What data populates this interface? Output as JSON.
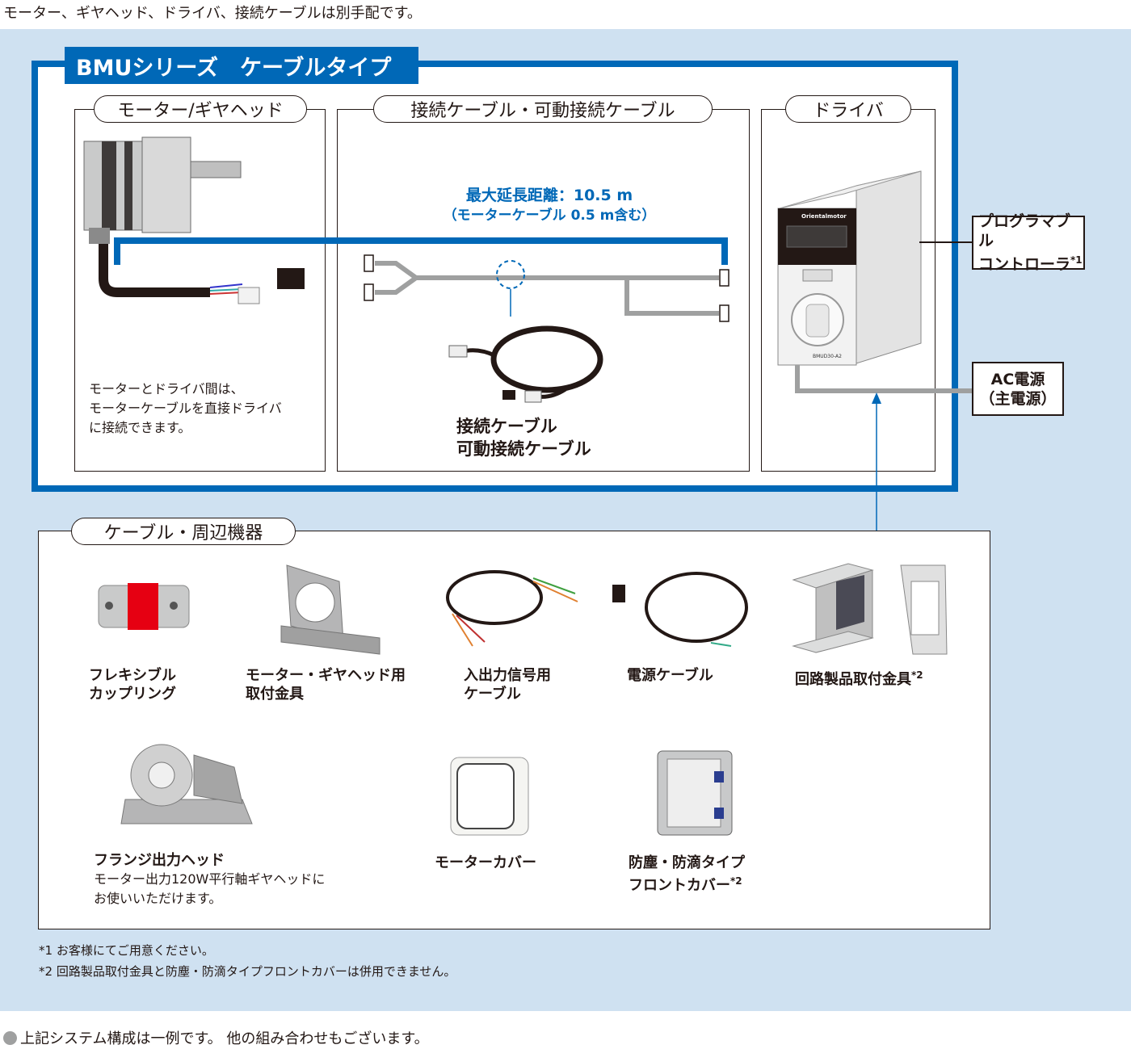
{
  "top_note": "モーター、ギヤヘッド、ドライバ、接続ケーブルは別手配です。",
  "bottom_note": "上記システム構成は一例です。 他の組み合わせもございます。",
  "series_title": "BMUシリーズ　ケーブルタイプ",
  "sections": {
    "motor": {
      "title": "モーター/ギヤヘッド",
      "note_lines": [
        "モーターとドライバ間は、",
        "モーターケーブルを直接ドライバ",
        "に接続できます。"
      ]
    },
    "cable": {
      "title": "接続ケーブル・可動接続ケーブル",
      "distance_line1": "最大延長距離：10.5 m",
      "distance_line2": "（モーターケーブル 0.5 m含む）",
      "label_line1": "接続ケーブル",
      "label_line2": "可動接続ケーブル"
    },
    "driver": {
      "title": "ドライバ"
    }
  },
  "side_boxes": {
    "plc_line1": "プログラマブル",
    "plc_line2": "コントローラ",
    "plc_mark": "*1",
    "ac_line1": "AC電源",
    "ac_line2": "（主電源）"
  },
  "peripherals": {
    "title": "ケーブル・周辺機器",
    "items": [
      {
        "line1": "フレキシブル",
        "line2": "カップリング",
        "mark": ""
      },
      {
        "line1": "モーター・ギヤヘッド用",
        "line2": "取付金具",
        "mark": ""
      },
      {
        "line1": "入出力信号用",
        "line2": "ケーブル",
        "mark": ""
      },
      {
        "line1": "電源ケーブル",
        "line2": "",
        "mark": ""
      },
      {
        "line1": "回路製品取付金具",
        "line2": "",
        "mark": "*2"
      },
      {
        "line1": "フランジ出力ヘッド",
        "line2": "",
        "mark": ""
      },
      {
        "line1": "モーターカバー",
        "line2": "",
        "mark": ""
      },
      {
        "line1": "防塵・防滴タイプ",
        "line2": "フロントカバー",
        "mark": "*2"
      }
    ],
    "flange_note_lines": [
      "モーター出力120W平行軸ギヤヘッドに",
      "お使いいただけます。"
    ]
  },
  "footnotes": [
    {
      "mark": "*1",
      "text": "お客様にてご用意ください。"
    },
    {
      "mark": "*2",
      "text": "回路製品取付金具と防塵・防滴タイプフロントカバーは併用できません。"
    }
  ],
  "driver_brand": "Orientalmotor",
  "driver_model": "BMUD30-A2",
  "colors": {
    "blue": "#0068b7",
    "panel": "#cfe1f1",
    "gray_cable": "#9fa0a0",
    "coupling_red": "#e60012"
  }
}
